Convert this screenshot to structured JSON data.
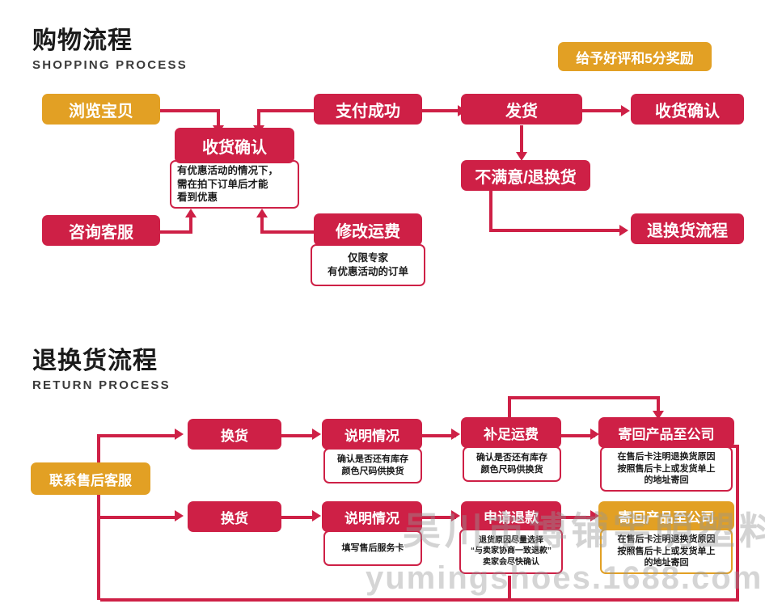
{
  "sections": [
    {
      "title": "购物流程",
      "subtitle": "SHOPPING PROCESS"
    },
    {
      "title": "退换货流程",
      "subtitle": "RETURN PROCESS"
    }
  ],
  "badge": {
    "label": "给予好评和5分奖励",
    "color": "#E2A024"
  },
  "colors": {
    "red": "#CE2046",
    "orange": "#E2A024",
    "text_dark": "#1b1b1b",
    "white": "#ffffff"
  },
  "shopping_process": {
    "nodes": {
      "browse": {
        "label": "浏览宝贝",
        "color": "#E2A024"
      },
      "confirm_receipt_1": {
        "label": "收货确认",
        "color": "#CE2046"
      },
      "pay_success": {
        "label": "支付成功",
        "color": "#CE2046"
      },
      "ship": {
        "label": "发货",
        "color": "#CE2046"
      },
      "confirm_receipt_2": {
        "label": "收货确认",
        "color": "#CE2046"
      },
      "contact_service": {
        "label": "咨询客服",
        "color": "#CE2046"
      },
      "modify_freight": {
        "label": "修改运费",
        "color": "#CE2046"
      },
      "unsatisfied": {
        "label": "不满意/退换货",
        "color": "#CE2046"
      },
      "return_flow": {
        "label": "退换货流程",
        "color": "#CE2046"
      }
    },
    "notes": {
      "confirm_receipt_note": "有优惠活动的情况下，\n需在拍下订单后才能\n看到优惠",
      "modify_freight_note": "仅限专家\n有优惠活动的订单"
    }
  },
  "return_process": {
    "nodes": {
      "after_sales": {
        "label": "联系售后客服",
        "color": "#E2A024"
      },
      "exchange_1": {
        "label": "换货",
        "color": "#CE2046"
      },
      "explain_1": {
        "label": "说明情况",
        "color": "#CE2046"
      },
      "add_freight": {
        "label": "补足运费",
        "color": "#CE2046"
      },
      "send_back": {
        "label": "寄回产品至公司",
        "color": "#CE2046"
      },
      "exchange_2": {
        "label": "换货",
        "color": "#CE2046"
      },
      "explain_2": {
        "label": "说明情况",
        "color": "#CE2046"
      },
      "refund": {
        "label": "申请退款",
        "color": "#CE2046"
      },
      "send_back_orange": {
        "label": "寄回产品至公司",
        "color": "#E2A024"
      }
    },
    "notes": {
      "explain_1_note": "确认是否还有库存\n颜色尺码供换货",
      "add_freight_note": "确认是否还有库存\n颜色尺码供换货",
      "send_back_note": "在售后卡注明退换货原因\n按照售后卡上或发货单上\n的地址寄回",
      "explain_2_note": "填写售后服务卡",
      "refund_note": "退货原因尽量选择\n“与卖家协商一致退款”\n卖家会尽快确认",
      "send_back_orange_note": "在售后卡注明退换货原因\n按照售后卡上或发货单上\n的地址寄回"
    }
  },
  "watermarks": {
    "cn": "吴川市博铺宇明塑料鞋厂",
    "en": "yumingshoes.1688.com"
  }
}
